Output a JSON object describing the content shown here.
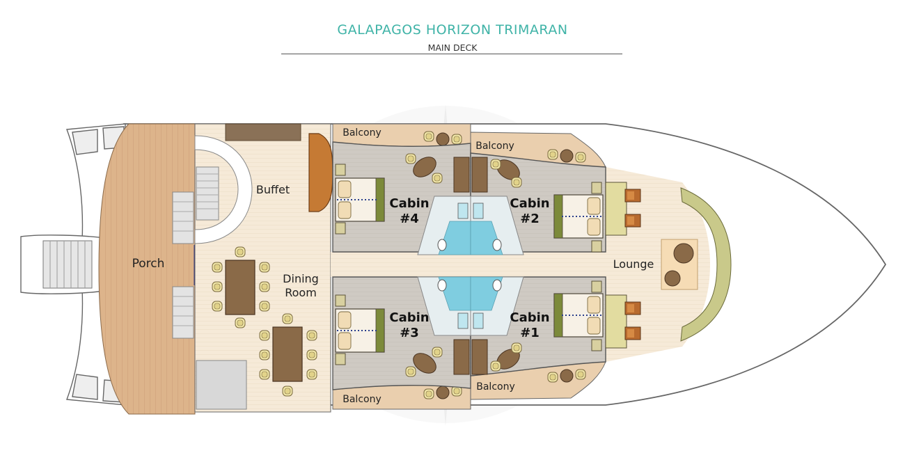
{
  "header": {
    "title": "GALAPAGOS HORIZON TRIMARAN",
    "subtitle": "MAIN DECK"
  },
  "rooms": {
    "porch": "Porch",
    "buffet": "Buffet",
    "dining_line1": "Dining",
    "dining_line2": "Room",
    "lounge": "Lounge",
    "balcony_upper_left": "Balcony",
    "balcony_upper_right": "Balcony",
    "balcony_lower_left": "Balcony",
    "balcony_lower_right": "Balcony"
  },
  "cabins": {
    "cabin4": {
      "line1": "Cabin",
      "line2": "#4"
    },
    "cabin2": {
      "line1": "Cabin",
      "line2": "#2"
    },
    "cabin3": {
      "line1": "Cabin",
      "line2": "#3"
    },
    "cabin1": {
      "line1": "Cabin",
      "line2": "#1"
    }
  },
  "colors": {
    "title": "#3fb3a7",
    "floor": "#f6ead8",
    "porch": "#ddb48b",
    "cabin_floor": "#cfcac3",
    "bathroom": "#7fcde0",
    "balcony": "#eacfae",
    "hull_outline": "#666666"
  }
}
